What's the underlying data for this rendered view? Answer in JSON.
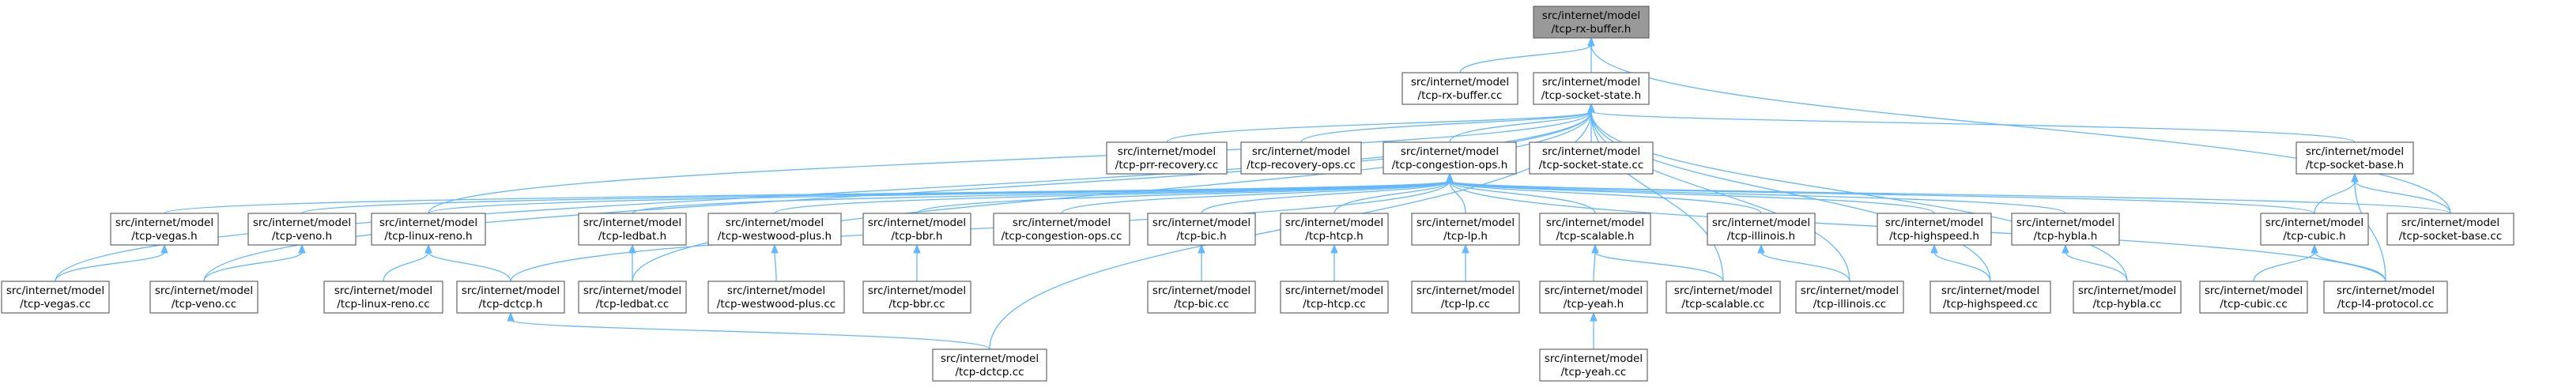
{
  "diagram": {
    "type": "include-dependency-graph",
    "colors": {
      "edge": "#63b8ff",
      "node_border": "#666666",
      "node_fill": "#ffffff",
      "root_fill": "#999999"
    },
    "nodes": [
      {
        "id": "rx-buffer-h",
        "line1": "src/internet/model",
        "line2": "/tcp-rx-buffer.h",
        "root": true
      },
      {
        "id": "rx-buffer-cc",
        "line1": "src/internet/model",
        "line2": "/tcp-rx-buffer.cc"
      },
      {
        "id": "socket-state-h",
        "line1": "src/internet/model",
        "line2": "/tcp-socket-state.h"
      },
      {
        "id": "prr-recovery-cc",
        "line1": "src/internet/model",
        "line2": "/tcp-prr-recovery.cc"
      },
      {
        "id": "recovery-ops-cc",
        "line1": "src/internet/model",
        "line2": "/tcp-recovery-ops.cc"
      },
      {
        "id": "congestion-ops-h",
        "line1": "src/internet/model",
        "line2": "/tcp-congestion-ops.h"
      },
      {
        "id": "socket-state-cc",
        "line1": "src/internet/model",
        "line2": "/tcp-socket-state.cc"
      },
      {
        "id": "socket-base-h",
        "line1": "src/internet/model",
        "line2": "/tcp-socket-base.h"
      },
      {
        "id": "vegas-h",
        "line1": "src/internet/model",
        "line2": "/tcp-vegas.h"
      },
      {
        "id": "veno-h",
        "line1": "src/internet/model",
        "line2": "/tcp-veno.h"
      },
      {
        "id": "linux-reno-h",
        "line1": "src/internet/model",
        "line2": "/tcp-linux-reno.h"
      },
      {
        "id": "ledbat-h",
        "line1": "src/internet/model",
        "line2": "/tcp-ledbat.h"
      },
      {
        "id": "westwood-plus-h",
        "line1": "src/internet/model",
        "line2": "/tcp-westwood-plus.h"
      },
      {
        "id": "bbr-h",
        "line1": "src/internet/model",
        "line2": "/tcp-bbr.h"
      },
      {
        "id": "congestion-ops-cc",
        "line1": "src/internet/model",
        "line2": "/tcp-congestion-ops.cc"
      },
      {
        "id": "bic-h",
        "line1": "src/internet/model",
        "line2": "/tcp-bic.h"
      },
      {
        "id": "htcp-h",
        "line1": "src/internet/model",
        "line2": "/tcp-htcp.h"
      },
      {
        "id": "lp-h",
        "line1": "src/internet/model",
        "line2": "/tcp-lp.h"
      },
      {
        "id": "scalable-h",
        "line1": "src/internet/model",
        "line2": "/tcp-scalable.h"
      },
      {
        "id": "illinois-h",
        "line1": "src/internet/model",
        "line2": "/tcp-illinois.h"
      },
      {
        "id": "highspeed-h",
        "line1": "src/internet/model",
        "line2": "/tcp-highspeed.h"
      },
      {
        "id": "hybla-h",
        "line1": "src/internet/model",
        "line2": "/tcp-hybla.h"
      },
      {
        "id": "cubic-h",
        "line1": "src/internet/model",
        "line2": "/tcp-cubic.h"
      },
      {
        "id": "socket-base-cc",
        "line1": "src/internet/model",
        "line2": "/tcp-socket-base.cc"
      },
      {
        "id": "vegas-cc",
        "line1": "src/internet/model",
        "line2": "/tcp-vegas.cc"
      },
      {
        "id": "veno-cc",
        "line1": "src/internet/model",
        "line2": "/tcp-veno.cc"
      },
      {
        "id": "linux-reno-cc",
        "line1": "src/internet/model",
        "line2": "/tcp-linux-reno.cc"
      },
      {
        "id": "dctcp-h",
        "line1": "src/internet/model",
        "line2": "/tcp-dctcp.h"
      },
      {
        "id": "ledbat-cc",
        "line1": "src/internet/model",
        "line2": "/tcp-ledbat.cc"
      },
      {
        "id": "westwood-plus-cc",
        "line1": "src/internet/model",
        "line2": "/tcp-westwood-plus.cc"
      },
      {
        "id": "bbr-cc",
        "line1": "src/internet/model",
        "line2": "/tcp-bbr.cc"
      },
      {
        "id": "bic-cc",
        "line1": "src/internet/model",
        "line2": "/tcp-bic.cc"
      },
      {
        "id": "htcp-cc",
        "line1": "src/internet/model",
        "line2": "/tcp-htcp.cc"
      },
      {
        "id": "lp-cc",
        "line1": "src/internet/model",
        "line2": "/tcp-lp.cc"
      },
      {
        "id": "yeah-h",
        "line1": "src/internet/model",
        "line2": "/tcp-yeah.h"
      },
      {
        "id": "scalable-cc",
        "line1": "src/internet/model",
        "line2": "/tcp-scalable.cc"
      },
      {
        "id": "illinois-cc",
        "line1": "src/internet/model",
        "line2": "/tcp-illinois.cc"
      },
      {
        "id": "highspeed-cc",
        "line1": "src/internet/model",
        "line2": "/tcp-highspeed.cc"
      },
      {
        "id": "hybla-cc",
        "line1": "src/internet/model",
        "line2": "/tcp-hybla.cc"
      },
      {
        "id": "cubic-cc",
        "line1": "src/internet/model",
        "line2": "/tcp-cubic.cc"
      },
      {
        "id": "l4-protocol-cc",
        "line1": "src/internet/model",
        "line2": "/tcp-l4-protocol.cc"
      },
      {
        "id": "dctcp-cc",
        "line1": "src/internet/model",
        "line2": "/tcp-dctcp.cc"
      },
      {
        "id": "yeah-cc",
        "line1": "src/internet/model",
        "line2": "/tcp-yeah.cc"
      }
    ],
    "edges": [
      [
        "rx-buffer-cc",
        "rx-buffer-h"
      ],
      [
        "socket-state-h",
        "rx-buffer-h"
      ],
      [
        "socket-base-cc",
        "rx-buffer-h"
      ],
      [
        "prr-recovery-cc",
        "socket-state-h"
      ],
      [
        "recovery-ops-cc",
        "socket-state-h"
      ],
      [
        "congestion-ops-h",
        "socket-state-h"
      ],
      [
        "socket-state-cc",
        "socket-state-h"
      ],
      [
        "socket-base-h",
        "socket-state-h"
      ],
      [
        "vegas-cc",
        "socket-state-h"
      ],
      [
        "veno-cc",
        "socket-state-h"
      ],
      [
        "linux-reno-h",
        "socket-state-h"
      ],
      [
        "ledbat-cc",
        "socket-state-h"
      ],
      [
        "scalable-cc",
        "socket-state-h"
      ],
      [
        "illinois-cc",
        "socket-state-h"
      ],
      [
        "highspeed-cc",
        "socket-state-h"
      ],
      [
        "hybla-cc",
        "socket-state-h"
      ],
      [
        "dctcp-cc",
        "socket-state-h"
      ],
      [
        "vegas-h",
        "congestion-ops-h"
      ],
      [
        "veno-h",
        "congestion-ops-h"
      ],
      [
        "linux-reno-h",
        "congestion-ops-h"
      ],
      [
        "ledbat-h",
        "congestion-ops-h"
      ],
      [
        "westwood-plus-h",
        "congestion-ops-h"
      ],
      [
        "bbr-h",
        "congestion-ops-h"
      ],
      [
        "congestion-ops-cc",
        "congestion-ops-h"
      ],
      [
        "bic-h",
        "congestion-ops-h"
      ],
      [
        "htcp-h",
        "congestion-ops-h"
      ],
      [
        "lp-h",
        "congestion-ops-h"
      ],
      [
        "scalable-h",
        "congestion-ops-h"
      ],
      [
        "illinois-h",
        "congestion-ops-h"
      ],
      [
        "highspeed-h",
        "congestion-ops-h"
      ],
      [
        "hybla-h",
        "congestion-ops-h"
      ],
      [
        "cubic-h",
        "congestion-ops-h"
      ],
      [
        "socket-base-cc",
        "congestion-ops-h"
      ],
      [
        "l4-protocol-cc",
        "congestion-ops-h"
      ],
      [
        "dctcp-h",
        "congestion-ops-h"
      ],
      [
        "cubic-h",
        "socket-base-h"
      ],
      [
        "socket-base-cc",
        "socket-base-h"
      ],
      [
        "l4-protocol-cc",
        "socket-base-h"
      ],
      [
        "vegas-cc",
        "vegas-h"
      ],
      [
        "veno-cc",
        "veno-h"
      ],
      [
        "linux-reno-cc",
        "linux-reno-h"
      ],
      [
        "dctcp-h",
        "linux-reno-h"
      ],
      [
        "ledbat-cc",
        "ledbat-h"
      ],
      [
        "westwood-plus-cc",
        "westwood-plus-h"
      ],
      [
        "bbr-cc",
        "bbr-h"
      ],
      [
        "bic-cc",
        "bic-h"
      ],
      [
        "htcp-cc",
        "htcp-h"
      ],
      [
        "lp-cc",
        "lp-h"
      ],
      [
        "yeah-h",
        "scalable-h"
      ],
      [
        "scalable-cc",
        "scalable-h"
      ],
      [
        "illinois-cc",
        "illinois-h"
      ],
      [
        "highspeed-cc",
        "highspeed-h"
      ],
      [
        "hybla-cc",
        "hybla-h"
      ],
      [
        "cubic-cc",
        "cubic-h"
      ],
      [
        "l4-protocol-cc",
        "cubic-h"
      ],
      [
        "dctcp-cc",
        "dctcp-h"
      ],
      [
        "yeah-cc",
        "yeah-h"
      ]
    ]
  }
}
